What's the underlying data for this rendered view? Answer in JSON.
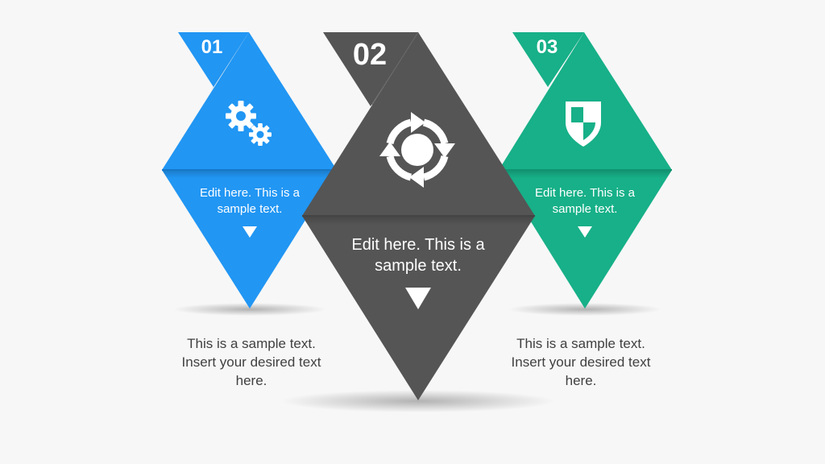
{
  "colors": {
    "background": "#f7f7f7",
    "blue": "#2196f3",
    "gray": "#555555",
    "green": "#17b088",
    "outer_text": "#404040"
  },
  "steps": [
    {
      "number": "01",
      "icon": "gears-icon",
      "color": "#2196f3",
      "inner_text_line1": "Edit here. This is a",
      "inner_text_line2": "sample text.",
      "outer_text_line1": "This is a sample text.",
      "outer_text_line2": "Insert your desired text",
      "outer_text_line3": "here."
    },
    {
      "number": "02",
      "icon": "cycle-arrows-icon",
      "color": "#555555",
      "inner_text_line1": "Edit here. This is a",
      "inner_text_line2": "sample text."
    },
    {
      "number": "03",
      "icon": "shield-icon",
      "color": "#17b088",
      "inner_text_line1": "Edit here. This is a",
      "inner_text_line2": "sample text.",
      "outer_text_line1": "This is a sample text.",
      "outer_text_line2": "Insert your desired text",
      "outer_text_line3": "here."
    }
  ]
}
